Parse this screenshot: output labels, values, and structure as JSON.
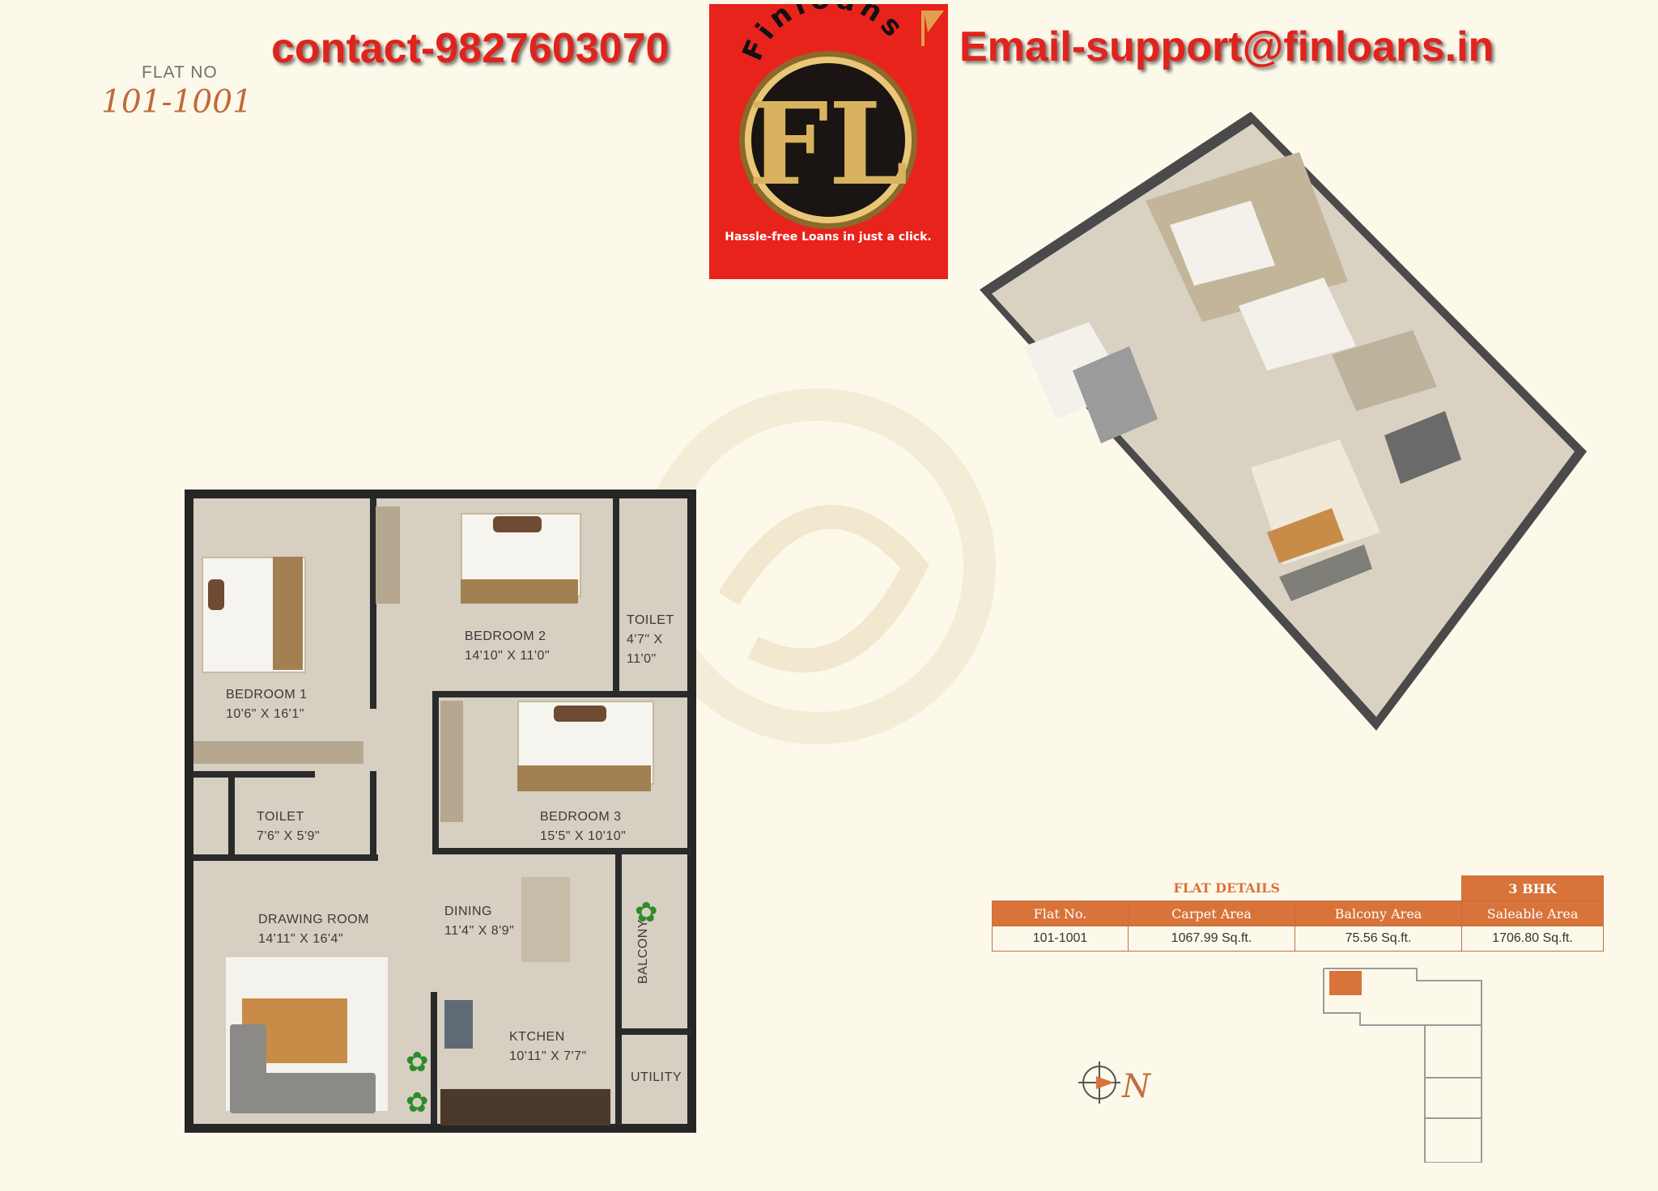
{
  "header": {
    "flat_no_label": "FLAT NO",
    "flat_no_value": "101-1001",
    "contact": "contact-9827603070",
    "email": "Email-support@finloans.in"
  },
  "logo": {
    "brand": "Finloans",
    "monogram": "FL",
    "tagline": "Hassle-free Loans in just a click."
  },
  "rooms": {
    "bedroom1": {
      "name": "BEDROOM 1",
      "size": "10'6\" X 16'1\""
    },
    "bedroom2": {
      "name": "BEDROOM 2",
      "size": "14'10\" X 11'0\""
    },
    "toilet1": {
      "name": "TOILET",
      "size1": "4'7\" X",
      "size2": "11'0\""
    },
    "toilet2": {
      "name": "TOILET",
      "size": "7'6\" X 5'9\""
    },
    "bedroom3": {
      "name": "BEDROOM 3",
      "size": "15'5\" X 10'10\""
    },
    "drawing": {
      "name": "DRAWING ROOM",
      "size": "14'11\" X 16'4\""
    },
    "dining": {
      "name": "DINING",
      "size": "11'4\" X 8'9\""
    },
    "balcony": {
      "name": "BALCONY"
    },
    "kitchen": {
      "name": "KTCHEN",
      "size": "10'11\" X 7'7\""
    },
    "utility": {
      "name": "UTILITY"
    }
  },
  "details": {
    "title": "FLAT DETAILS",
    "bhk": "3 BHK",
    "headers": [
      "Flat No.",
      "Carpet Area",
      "Balcony Area",
      "Saleable Area"
    ],
    "values": [
      "101-1001",
      "1067.99 Sq.ft.",
      "75.56 Sq.ft.",
      "1706.80 Sq.ft."
    ]
  },
  "compass": {
    "north": "N"
  },
  "colors": {
    "accent": "#d8733a",
    "contact_red": "#e0231c",
    "logo_red": "#e8231b",
    "background": "#fdf9ea"
  }
}
